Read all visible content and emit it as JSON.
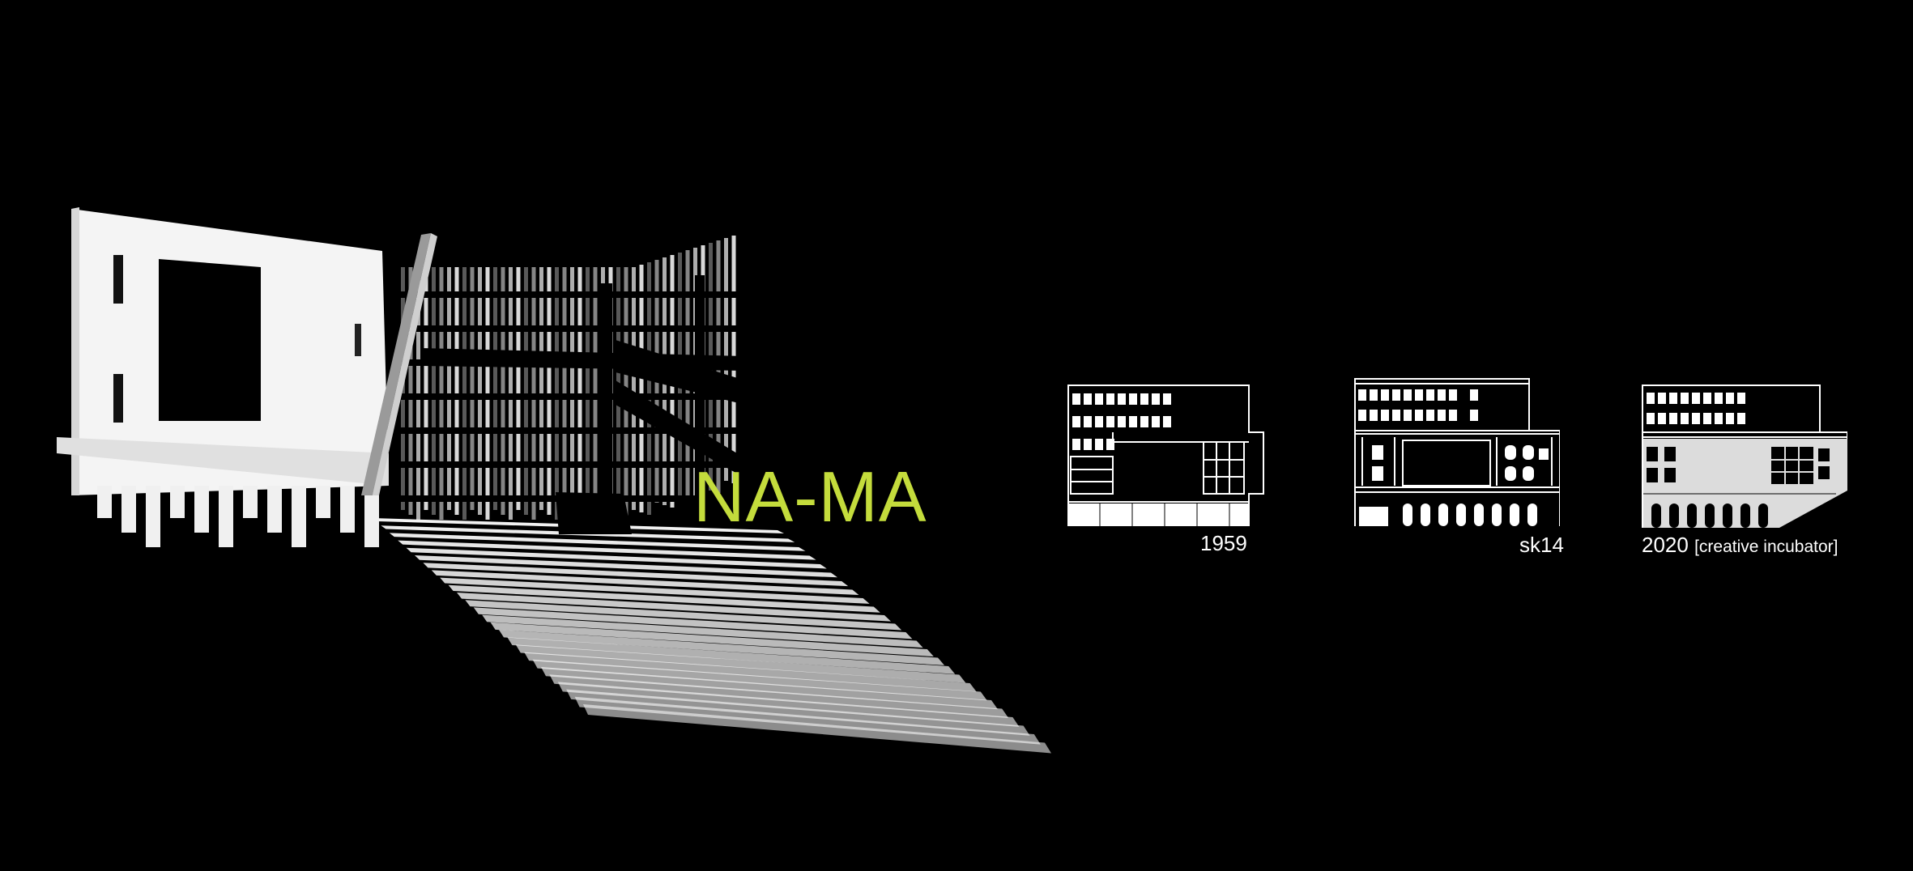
{
  "title": "NA-MA",
  "colors": {
    "background": "#000000",
    "title": "#c4dc3c",
    "line": "#ffffff",
    "label": "#ffffff"
  },
  "elevations": [
    {
      "label": "1959",
      "note": ""
    },
    {
      "label": "sk14",
      "note": ""
    },
    {
      "label": "2020",
      "note": "[creative incubator]"
    }
  ]
}
